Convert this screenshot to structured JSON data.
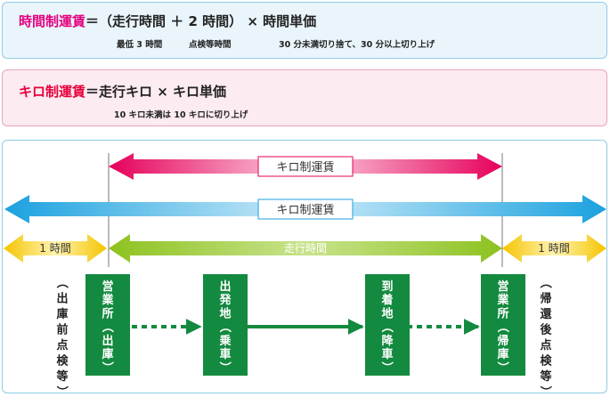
{
  "formula_time": {
    "term": "時間制運賃",
    "expression": "＝（走行時間 ＋ 2 時間） × 時間単価",
    "note_min": "最低 3 時間",
    "note_inspect": "点検等時間",
    "note_rounding": "30 分未満切り捨て、30 分以上切り上げ",
    "accent": "#e6007e"
  },
  "formula_km": {
    "term": "キロ制運賃",
    "expression": "＝走行キロ × キロ単価",
    "note_rounding": "10 キロ未満は 10 キロに切り上げ",
    "accent": "#e6003c"
  },
  "diagram": {
    "arrow_km_upper": "キロ制運賃",
    "arrow_km_lower": "キロ制運賃",
    "arrow_before": "1 時間",
    "arrow_running": "走行時間",
    "arrow_after": "1 時間",
    "label_left": "（出庫前点検等）",
    "label_right": "（帰還後点検等）",
    "stations": [
      {
        "name": "営業所",
        "sub": "（出庫）"
      },
      {
        "name": "出発地",
        "sub": "（乗車）"
      },
      {
        "name": "到着地",
        "sub": "（降車）"
      },
      {
        "name": "営業所",
        "sub": "（帰庫）"
      }
    ],
    "colors": {
      "pink": "#e6005a",
      "blue": "#1ba1df",
      "yellow": "#f5c400",
      "green": "#8dc21f",
      "station": "#138a3f"
    }
  }
}
